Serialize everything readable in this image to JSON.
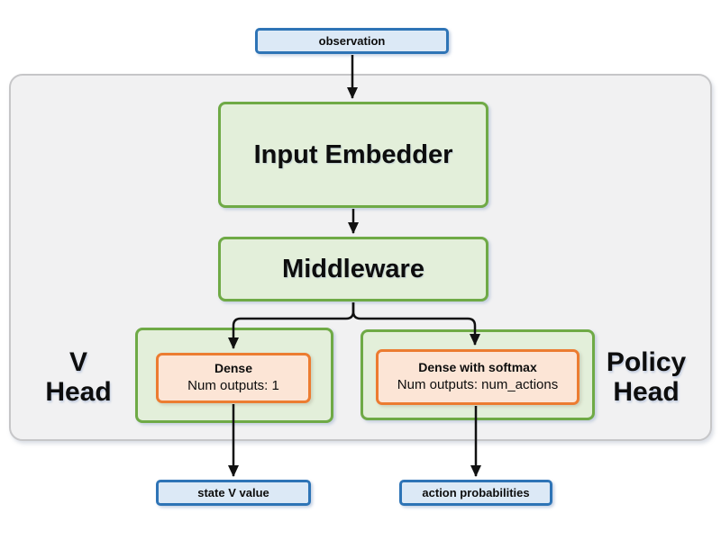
{
  "diagram": {
    "nodes": {
      "observation": {
        "label": "observation"
      },
      "input_embedder": {
        "label": "Input Embedder"
      },
      "middleware": {
        "label": "Middleware"
      },
      "v_head": {
        "label_line1": "V",
        "label_line2": "Head",
        "dense": {
          "title": "Dense",
          "subtitle": "Num outputs: 1"
        }
      },
      "policy_head": {
        "label_line1": "Policy",
        "label_line2": "Head",
        "dense": {
          "title": "Dense with softmax",
          "subtitle": "Num outputs: num_actions"
        }
      },
      "state_v_value": {
        "label": "state V value"
      },
      "action_probabilities": {
        "label": "action probabilities"
      }
    },
    "colors": {
      "green_border": "#6faa46",
      "green_fill": "#e3efda",
      "orange_border": "#ec7c31",
      "orange_fill": "#fce5d6",
      "blue_border": "#2e74b6",
      "blue_fill": "#dce9f6",
      "container_fill": "#f1f1f2",
      "container_border": "#c6c6c8",
      "arrow": "#111111"
    }
  }
}
